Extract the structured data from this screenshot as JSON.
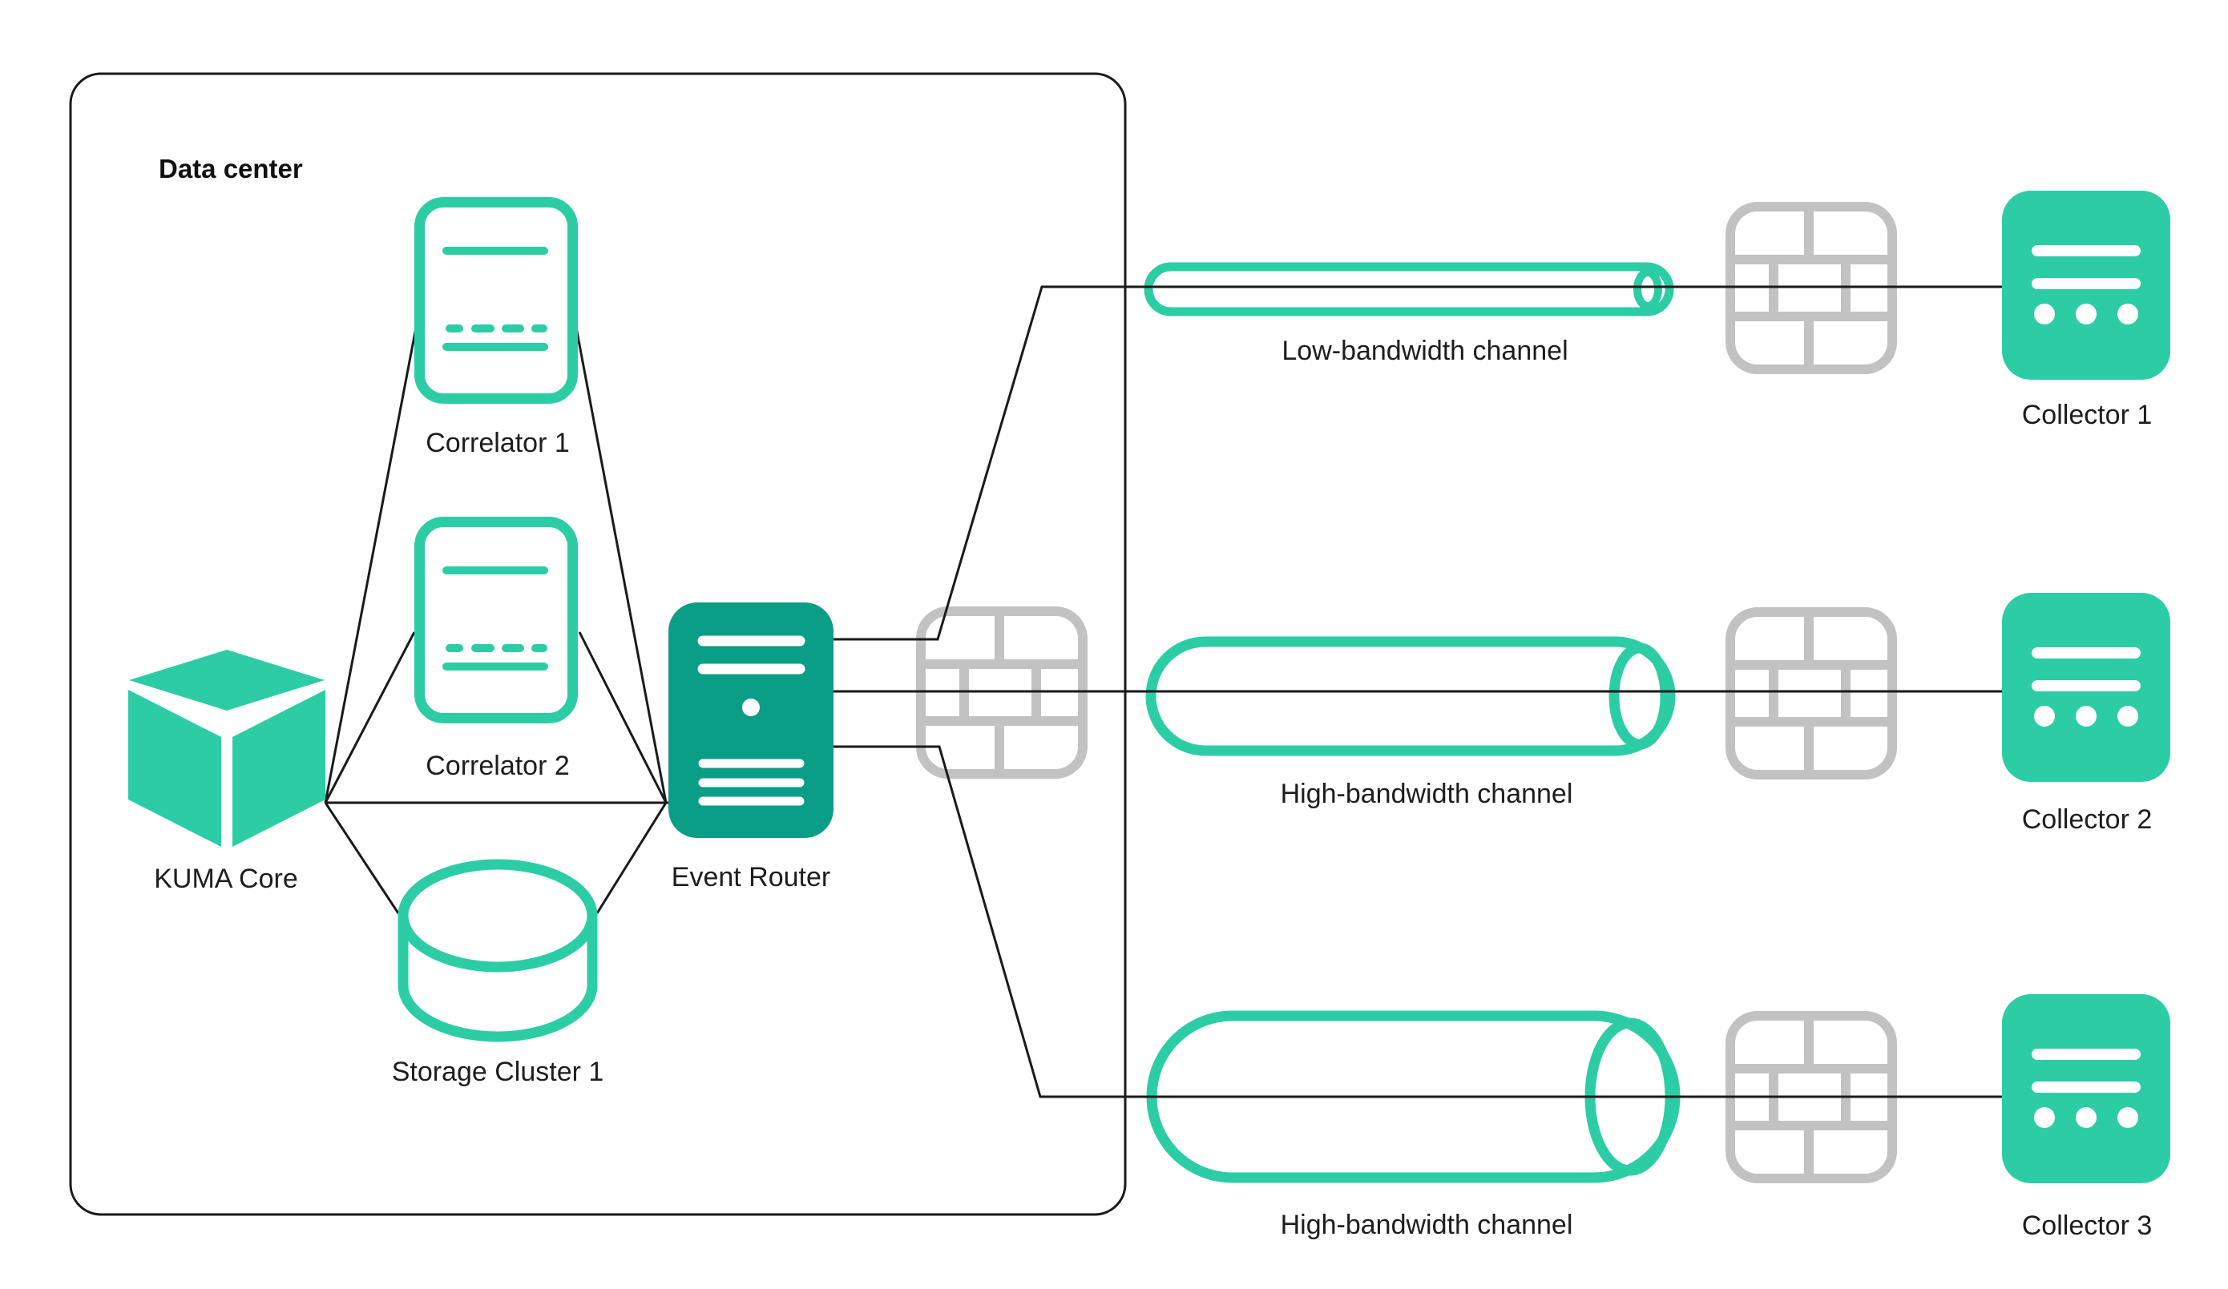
{
  "region": {
    "label": "Data center"
  },
  "nodes": {
    "kuma_core": {
      "label": "KUMA Core"
    },
    "correlator_1": {
      "label": "Correlator 1"
    },
    "correlator_2": {
      "label": "Correlator 2"
    },
    "storage_cluster_1": {
      "label": "Storage Cluster 1"
    },
    "event_router": {
      "label": "Event Router"
    },
    "collector_1": {
      "label": "Collector 1"
    },
    "collector_2": {
      "label": "Collector 2"
    },
    "collector_3": {
      "label": "Collector 3"
    }
  },
  "channels": {
    "low_bandwidth": {
      "label": "Low-bandwidth channel"
    },
    "high_bandwidth_mid": {
      "label": "High-bandwidth channel"
    },
    "high_bandwidth_bottom": {
      "label": "High-bandwidth channel"
    }
  },
  "colors": {
    "accent_teal": "#2CCDA5",
    "accent_teal_dark": "#0A9E86",
    "firewall_gray": "#C2C2C2",
    "connector_black": "#1A1A1A"
  }
}
